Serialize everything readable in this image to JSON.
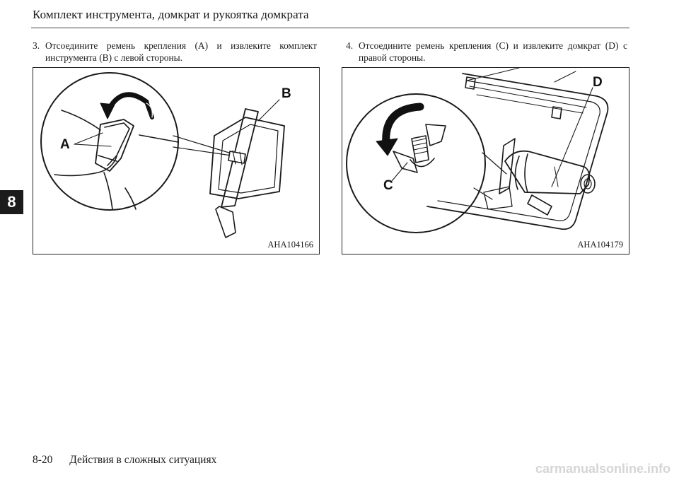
{
  "header": {
    "title": "Комплект инструмента, домкрат и рукоятка домкрата"
  },
  "chapter_tab": "8",
  "steps": [
    {
      "number": "3.",
      "text": "Отсоедините ремень крепления (A) и извлеките комплект инструмента (B) с левой стороны."
    },
    {
      "number": "4.",
      "text": "Отсоедините ремень крепления (C) и извлеките домкрат (D) с правой стороны."
    }
  ],
  "figures": [
    {
      "code": "AHA104166",
      "labels": [
        "A",
        "B"
      ]
    },
    {
      "code": "AHA104179",
      "labels": [
        "C",
        "D"
      ]
    }
  ],
  "footer": {
    "page": "8-20",
    "section": "Действия в сложных ситуациях"
  },
  "watermark": "carmanualsonline.info"
}
